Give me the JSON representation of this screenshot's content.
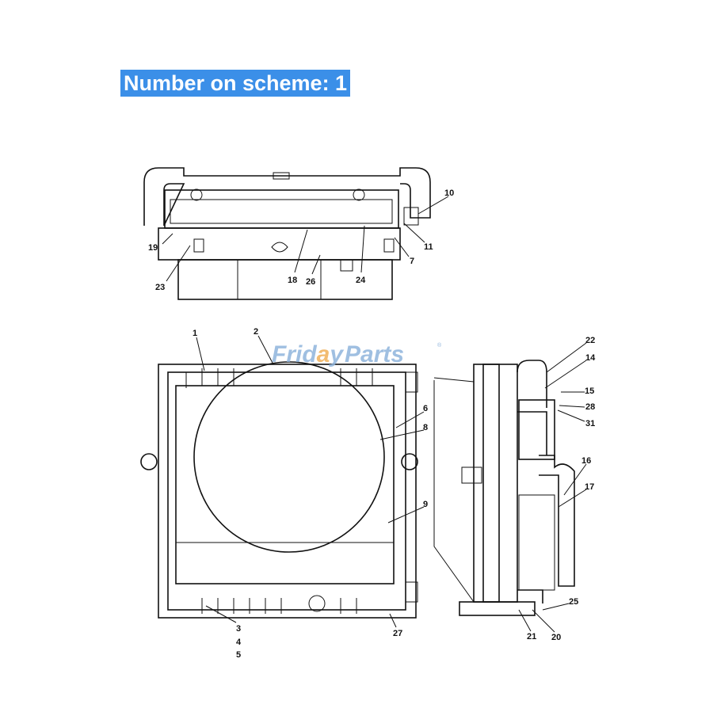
{
  "header": {
    "title": "Number on scheme: 1"
  },
  "watermark": {
    "text_left": "Friday",
    "text_right": "Parts",
    "mark": "®",
    "color_blue": "#8fb4dc",
    "color_orange": "#f0b15a"
  },
  "accent": "#3b8fe8",
  "callouts": {
    "top_view": {
      "c10": "10",
      "c11": "11",
      "c7": "7",
      "c19": "19",
      "c23": "23",
      "c18": "18",
      "c26": "26",
      "c24": "24"
    },
    "front_view": {
      "c1": "1",
      "c2": "2",
      "c6": "6",
      "c8": "8",
      "c9": "9",
      "c27": "27",
      "c3": "3",
      "c4": "4",
      "c5": "5"
    },
    "side_view": {
      "c22": "22",
      "c14": "14",
      "c15": "15",
      "c28": "28",
      "c31": "31",
      "c16": "16",
      "c17": "17",
      "c25": "25",
      "c21": "21",
      "c20": "20"
    }
  }
}
